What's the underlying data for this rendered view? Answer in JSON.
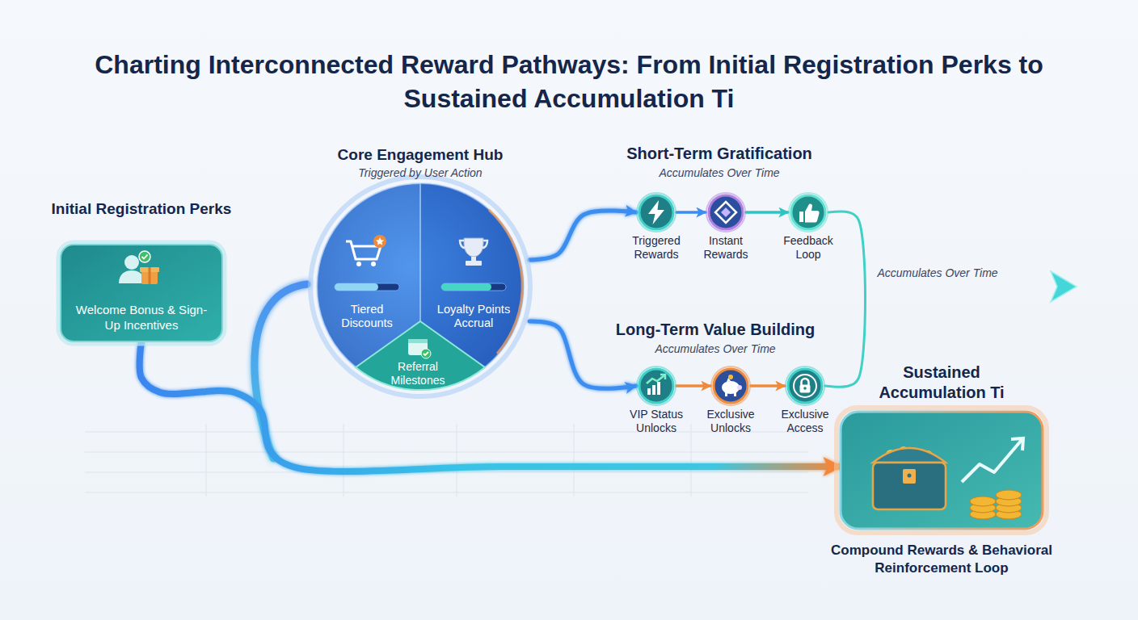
{
  "diagram": {
    "title": "Charting Interconnected Reward Pathways: From Initial Registration Perks to Sustained Accumulation Ti",
    "nodes": [
      {
        "text": [
          "Initial Registration Perks",
          "Welcome Bonus & Sign-Up Incentives"
        ]
      },
      {
        "text": [
          "Core Engagement Hub",
          "Triggered by User Action"
        ]
      },
      {
        "text": [
          "Tiered Discounts"
        ],
        "in": 1
      },
      {
        "text": [
          "Loyalty Points Accrual"
        ],
        "in": 1
      },
      {
        "text": [
          "Referral Milestones"
        ],
        "in": 1
      },
      {
        "text": [
          "Triggered Rewards"
        ]
      },
      {
        "text": [
          "Instant Rewards"
        ]
      },
      {
        "text": [
          "Feedback Loop"
        ]
      },
      {
        "text": [
          "VIP Status Unlocks"
        ]
      },
      {
        "text": [
          "Exclusive Unlocks"
        ]
      },
      {
        "text": [
          "Exclusive Access"
        ]
      },
      {
        "text": [
          "Sustained Accumulation Ti",
          "Compound Rewards & Behavioral Reinforcement Loop"
        ]
      }
    ],
    "edges": [
      {
        "from": 0,
        "to": 1,
        "arrow": "to"
      },
      {
        "from": 1,
        "to": 5,
        "arrow": "to"
      },
      {
        "from": 5,
        "to": 6,
        "arrow": "to"
      },
      {
        "from": 6,
        "to": 7,
        "arrow": "to"
      },
      {
        "from": 1,
        "to": 8,
        "arrow": "to"
      },
      {
        "from": 8,
        "to": 9,
        "arrow": "to"
      },
      {
        "from": 9,
        "to": 10,
        "arrow": "to"
      },
      {
        "from": 7,
        "to": 10,
        "arrow": "none"
      },
      {
        "from": 0,
        "to": 11,
        "arrow": "to"
      }
    ],
    "labels": [
      "Short-Term Gratification",
      "Accumulates Over Time",
      "Accumulates Over Time",
      "Long-Term Value Building",
      "Accumulates Over Time"
    ]
  }
}
